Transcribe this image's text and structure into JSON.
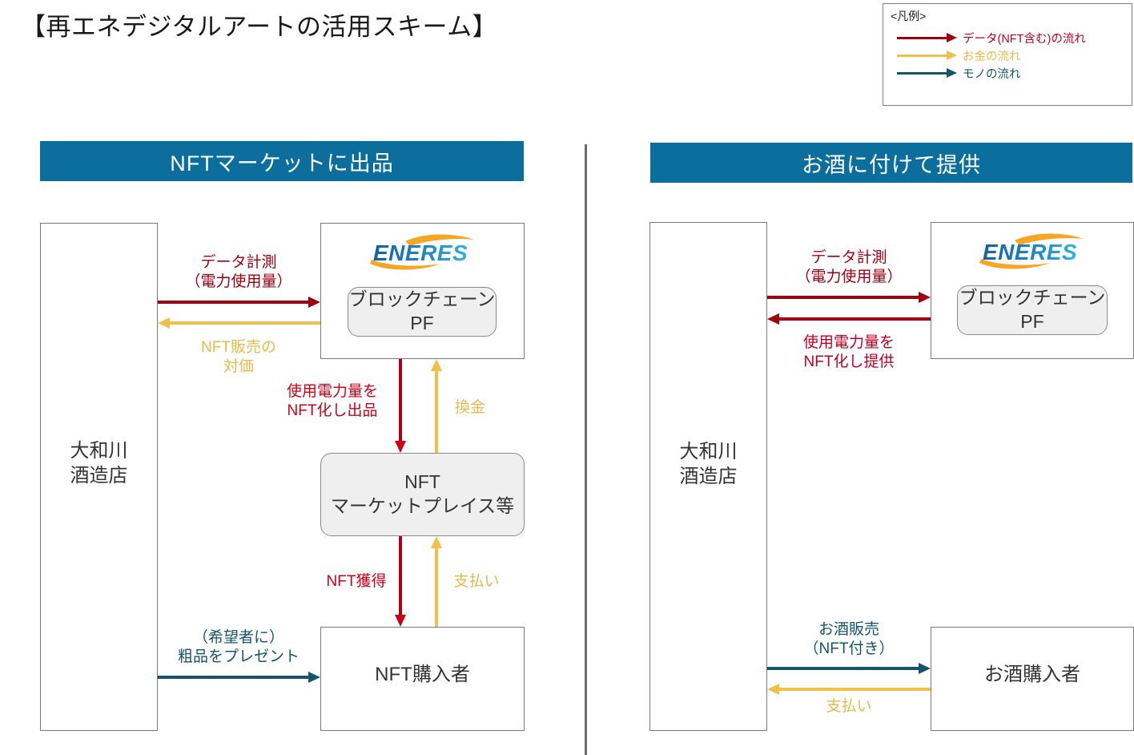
{
  "page": {
    "title": "【再エネデジタルアートの活用スキーム】"
  },
  "colors": {
    "data_flow": "#A00010",
    "data_flow_bright": "#CC0018",
    "money_flow": "#F0C04A",
    "goods_flow": "#14566B",
    "banner": "#0B6E9C",
    "box_border": "#7A7A7A",
    "rounded_fill": "#EFEFEF",
    "logo_blue": "#1577B5",
    "logo_orange": "#F5A623"
  },
  "legend": {
    "title": "<凡例>",
    "items": [
      {
        "label": "データ(NFT含む)の流れ",
        "color": "#A00010"
      },
      {
        "label": "お金の流れ",
        "color": "#F0C04A"
      },
      {
        "label": "モノの流れ",
        "color": "#14566B"
      }
    ]
  },
  "left_column": {
    "banner": "NFTマーケットに出品",
    "brewery": "大和川\n酒造店",
    "eneres_logo": "ENERES",
    "blockchain": "ブロックチェーン\nPF",
    "marketplace": "NFT\nマーケットプレイス等",
    "buyer": "NFT購入者",
    "arrows": [
      {
        "name": "data-measurement",
        "label": "データ計測\n（電力使用量）",
        "color": "#A00010",
        "direction": "right"
      },
      {
        "name": "nft-sale-proceeds",
        "label": "NFT販売の\n対価",
        "color": "#F0C04A",
        "direction": "left"
      },
      {
        "name": "nft-listing",
        "label": "使用電力量を\nNFT化し出品",
        "color": "#CC0018",
        "direction": "down"
      },
      {
        "name": "cash-out",
        "label": "換金",
        "color": "#F0C04A",
        "direction": "up"
      },
      {
        "name": "nft-acquire",
        "label": "NFT獲得",
        "color": "#CC0018",
        "direction": "down"
      },
      {
        "name": "payment",
        "label": "支払い",
        "color": "#F0C04A",
        "direction": "up"
      },
      {
        "name": "gift-present",
        "label": "（希望者に）\n粗品をプレゼント",
        "color": "#14566B",
        "direction": "right"
      }
    ]
  },
  "right_column": {
    "banner": "お酒に付けて提供",
    "brewery": "大和川\n酒造店",
    "eneres_logo": "ENERES",
    "blockchain": "ブロックチェーン\nPF",
    "buyer": "お酒購入者",
    "arrows": [
      {
        "name": "data-measurement",
        "label": "データ計測\n（電力使用量）",
        "color": "#A00010",
        "direction": "right"
      },
      {
        "name": "nft-provision",
        "label": "使用電力量を\nNFT化し提供",
        "color": "#A00010",
        "direction": "left"
      },
      {
        "name": "sake-sale",
        "label": "お酒販売\n（NFT付き）",
        "color": "#14566B",
        "direction": "right"
      },
      {
        "name": "payment",
        "label": "支払い",
        "color": "#F0C04A",
        "direction": "left"
      }
    ]
  }
}
